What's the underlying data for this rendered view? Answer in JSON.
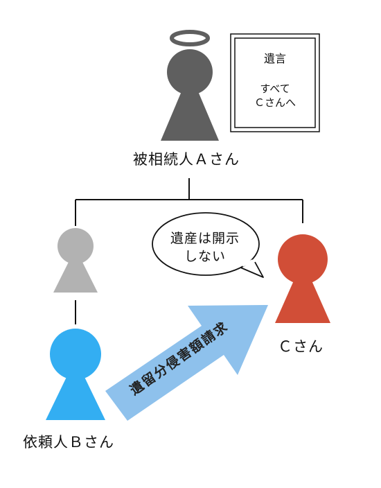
{
  "people": {
    "decedent": {
      "label": "被相続人Ａさん"
    },
    "client": {
      "label": "依頼人Ｂさん"
    },
    "heir_c": {
      "label": "Ｃさん"
    }
  },
  "will": {
    "title": "遺言",
    "line1": "すべて",
    "line2": "Ｃさんへ"
  },
  "speech_bubble": {
    "line1": "遺産は開示",
    "line2": "しない"
  },
  "claim_arrow": {
    "label": "遺留分侵害額請求"
  },
  "colors": {
    "decedent": "#5f5f5f",
    "unnamed_heir": "#b2b2b2",
    "client": "#33aef2",
    "heir_c": "#d14e37",
    "arrow": "#8ec1ec",
    "lines": "#111111"
  },
  "icons": {
    "halo": "halo-icon",
    "person": "person-icon",
    "will_document": "document-icon",
    "speech_bubble": "speech-bubble-icon"
  }
}
